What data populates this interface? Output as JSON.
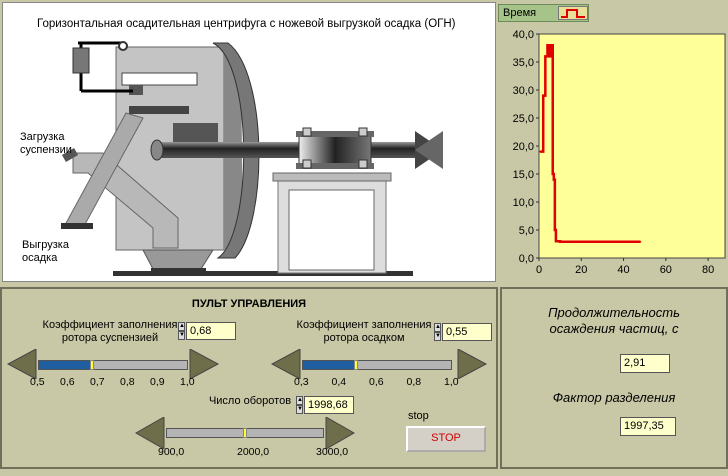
{
  "diagram": {
    "title": "Горизонтальная осадительная центрифуга с ножевой выгрузкой осадка (ОГН)",
    "load_label_1": "Загрузка",
    "load_label_2": "суспензии",
    "unload_label_1": "Выгрузка",
    "unload_label_2": "осадка"
  },
  "chart_data": {
    "type": "line",
    "legend": "Время",
    "x_ticks": [
      "0",
      "20",
      "40",
      "60",
      "80"
    ],
    "y_ticks": [
      "0,0",
      "5,0",
      "10,0",
      "15,0",
      "20,0",
      "25,0",
      "30,0",
      "35,0",
      "40,0"
    ],
    "xlim": [
      0,
      88
    ],
    "ylim": [
      0,
      40
    ],
    "grid": false,
    "colors": {
      "plot_bg": "#ffff99",
      "line": "#e00000"
    },
    "series": [
      {
        "points": [
          [
            0.5,
            19
          ],
          [
            2,
            19
          ],
          [
            2,
            29
          ],
          [
            3,
            29
          ],
          [
            3,
            36
          ],
          [
            4,
            36
          ],
          [
            4,
            38
          ],
          [
            5,
            38
          ],
          [
            5,
            36
          ],
          [
            6,
            36
          ],
          [
            6,
            38
          ],
          [
            6.5,
            38
          ],
          [
            6.5,
            15
          ],
          [
            7,
            15
          ],
          [
            7,
            14
          ],
          [
            7.5,
            14
          ],
          [
            7.5,
            5
          ],
          [
            8,
            5
          ],
          [
            8,
            3
          ],
          [
            10,
            3
          ],
          [
            10,
            2.9
          ],
          [
            48,
            2.9
          ]
        ]
      }
    ]
  },
  "control": {
    "title": "ПУЛЬТ УПРАВЛЕНИЯ",
    "susp_label_1": "Коэффициент заполнения",
    "susp_label_2": "ротора суспензией",
    "susp_value": "0,68",
    "susp_ticks": [
      "0,5",
      "0,6",
      "0,7",
      "0,8",
      "0,9",
      "1,0"
    ],
    "susp_fraction": 0.36,
    "sed_label_1": "Коэффициент заполнения",
    "sed_label_2": "ротора осадком",
    "sed_value": "0,55",
    "sed_ticks": [
      "0,3",
      "0,4",
      "0,6",
      "0,8",
      "1,0"
    ],
    "sed_fraction": 0.36,
    "rpm_label": "Число оборотов",
    "rpm_value": "1998,68",
    "rpm_ticks": [
      "900,0",
      "2000,0",
      "3000,0"
    ],
    "rpm_fraction": 0.5,
    "stop_label": "stop",
    "stop_button": "STOP"
  },
  "results": {
    "duration_label_1": "Продолжительность",
    "duration_label_2": "осаждения частиц, с",
    "duration_value": "2,91",
    "factor_label": "Фактор разделения",
    "factor_value": "1997,35"
  }
}
